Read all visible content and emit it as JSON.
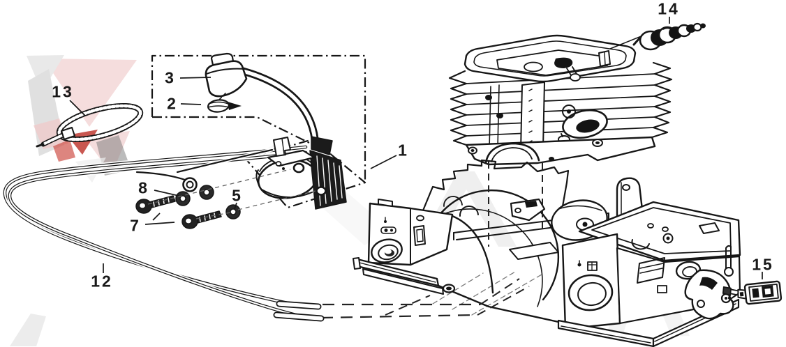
{
  "figure": {
    "type": "exploded-parts-diagram",
    "background": "#ffffff",
    "line_color": "#1a1a1a",
    "watermark_colors": {
      "red": "#c24038",
      "pink": "#f3d4d4",
      "gray": "#dedede"
    },
    "callouts": [
      {
        "label": "1"
      },
      {
        "label": "2"
      },
      {
        "label": "3"
      },
      {
        "label": "5"
      },
      {
        "label": "7"
      },
      {
        "label": "8"
      },
      {
        "label": "12"
      },
      {
        "label": "13"
      },
      {
        "label": "14"
      },
      {
        "label": "15"
      }
    ]
  }
}
